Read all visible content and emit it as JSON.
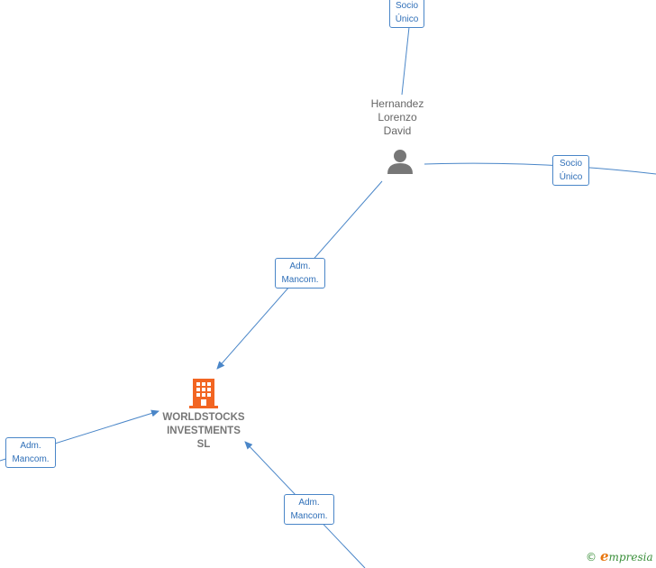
{
  "nodes": {
    "person": {
      "name_lines": [
        "Hernandez",
        "Lorenzo",
        "David"
      ],
      "icon": "person-icon"
    },
    "company": {
      "name_lines": [
        "WORLDSTOCKS",
        "INVESTMENTS",
        "SL"
      ],
      "icon": "building-icon",
      "color": "#f26522"
    }
  },
  "edges": {
    "top_role": [
      "Socio",
      "Único"
    ],
    "right_role": [
      "Socio",
      "Único"
    ],
    "person_company_role": [
      "Adm.",
      "Mancom."
    ],
    "left_role": [
      "Adm.",
      "Mancom."
    ],
    "bottom_role": [
      "Adm.",
      "Mancom."
    ]
  },
  "colors": {
    "edge": "#4a86c8",
    "person_icon": "#777777"
  },
  "footer": {
    "copyright_symbol": "©",
    "brand_initial": "e",
    "brand_rest": "mpresia"
  }
}
